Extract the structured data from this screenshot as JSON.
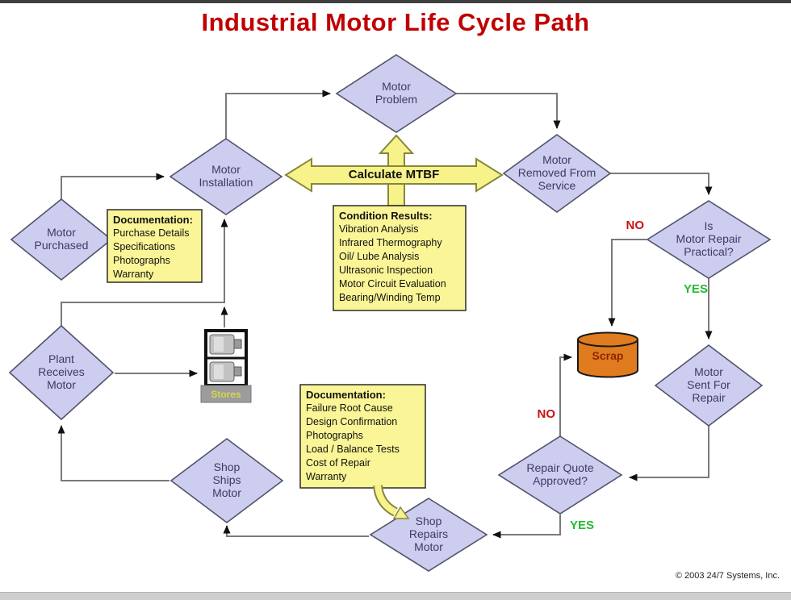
{
  "title": "Industrial Motor Life Cycle Path",
  "nodes": {
    "motor_problem": {
      "label": "Motor\nProblem"
    },
    "motor_installation": {
      "label": "Motor\nInstallation"
    },
    "motor_removed": {
      "label": "Motor\nRemoved From\nService"
    },
    "motor_purchased": {
      "label": "Motor\nPurchased"
    },
    "repair_practical": {
      "label": "Is\nMotor Repair\nPractical?"
    },
    "motor_sent": {
      "label": "Motor\nSent For\nRepair"
    },
    "plant_receives": {
      "label": "Plant\nReceives\nMotor"
    },
    "quote_approved": {
      "label": "Repair Quote\nApproved?"
    },
    "shop_ships": {
      "label": "Shop\nShips\nMotor"
    },
    "shop_repairs": {
      "label": "Shop\nRepairs\nMotor"
    }
  },
  "boxes": {
    "doc_purchase": {
      "header": "Documentation:",
      "items": [
        "Purchase Details",
        "Specifications",
        "Photographs",
        "Warranty"
      ]
    },
    "condition_results": {
      "header": "Condition Results:",
      "items": [
        "Vibration Analysis",
        "Infrared Thermography",
        "Oil/ Lube Analysis",
        "Ultrasonic Inspection",
        "Motor Circuit Evaluation",
        "Bearing/Winding Temp"
      ]
    },
    "doc_repair": {
      "header": "Documentation:",
      "items": [
        "Failure Root Cause",
        "Design Confirmation",
        "Photographs",
        "Load / Balance Tests",
        "Cost of Repair",
        "Warranty"
      ]
    }
  },
  "labels": {
    "calculate_mtbf": "Calculate MTBF",
    "no_practical": "NO",
    "yes_practical": "YES",
    "no_quote": "NO",
    "yes_quote": "YES",
    "scrap": "Scrap",
    "stores": "Stores",
    "copyright": "© 2003 24/7 Systems, Inc."
  },
  "colors": {
    "title_red": "#c00000",
    "diamond_fill": "#cdcdf0",
    "diamond_border": "#53536b",
    "box_fill": "#faf596",
    "block_arrow_fill": "#f7f28a",
    "block_arrow_border": "#87873b",
    "connector_gray": "#7a7a7a",
    "no_red": "#cc1111",
    "yes_green": "#22bb33",
    "scrap_orange": "#e07b1f"
  }
}
